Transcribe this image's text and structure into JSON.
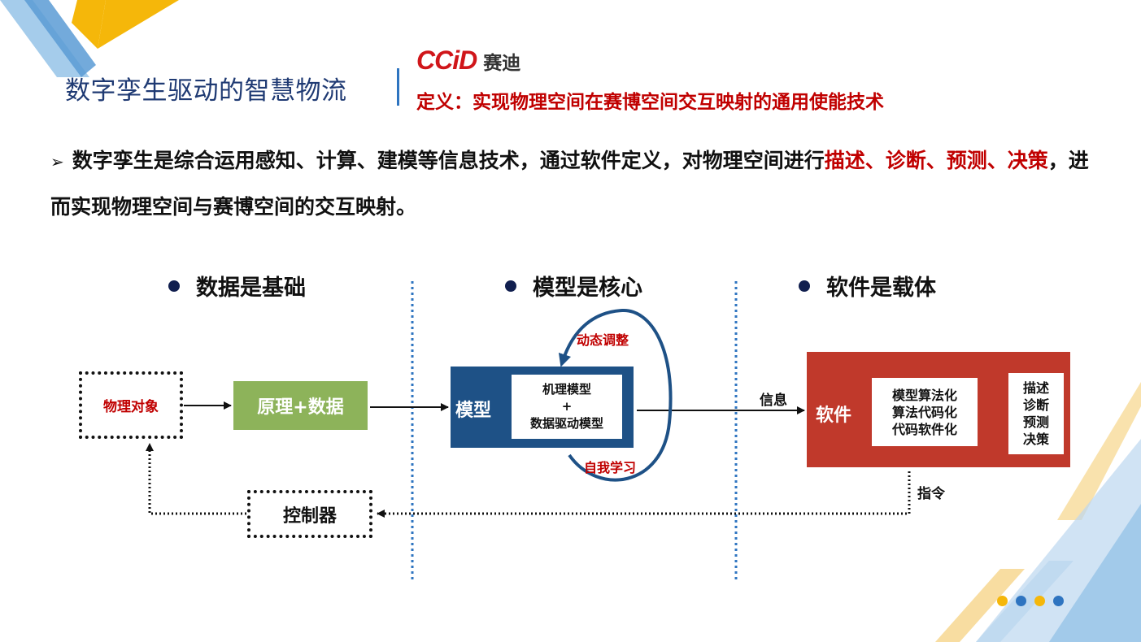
{
  "header": {
    "title": "数字孪生驱动的智慧物流",
    "brand_logo": "CCiD",
    "brand_name": "赛迪",
    "definition": "定义：实现物理空间在赛博空间交互映射的通用使能技术"
  },
  "main_text": {
    "bullet": "➢",
    "part1": "数字孪生是综合运用感知、计算、建模等信息技术，通过软件定义，对物理空间进行",
    "highlight": "描述、诊断、预测、决策",
    "part2": "，进而实现物理空间与赛博空间的交互映射。"
  },
  "columns": [
    {
      "heading": "数据是基础"
    },
    {
      "heading": "模型是核心"
    },
    {
      "heading": "软件是载体"
    }
  ],
  "diagram": {
    "physical_object": "物理对象",
    "principle_data": "原理+数据",
    "model_label": "模型",
    "model_inner": [
      "机理模型",
      "+",
      "数据驱动模型"
    ],
    "dynamic_adjust": "动态调整",
    "self_learning": "自我学习",
    "info_label": "信息",
    "software_label": "软件",
    "software_steps": [
      "模型算法化",
      "算法代码化",
      "代码软件化"
    ],
    "outputs": [
      "描述",
      "诊断",
      "预测",
      "决策"
    ],
    "command_label": "指令",
    "controller": "控制器"
  },
  "colors": {
    "accent_red": "#c00000",
    "model_blue": "#1e5186",
    "green": "#8db35a",
    "software_red": "#c0392b",
    "deco_blue": "#5b9bd5",
    "deco_yellow": "#f5b70a"
  },
  "decorative_dots": [
    "#f5b70a",
    "#2e74c0",
    "#f5b70a",
    "#2e74c0"
  ]
}
